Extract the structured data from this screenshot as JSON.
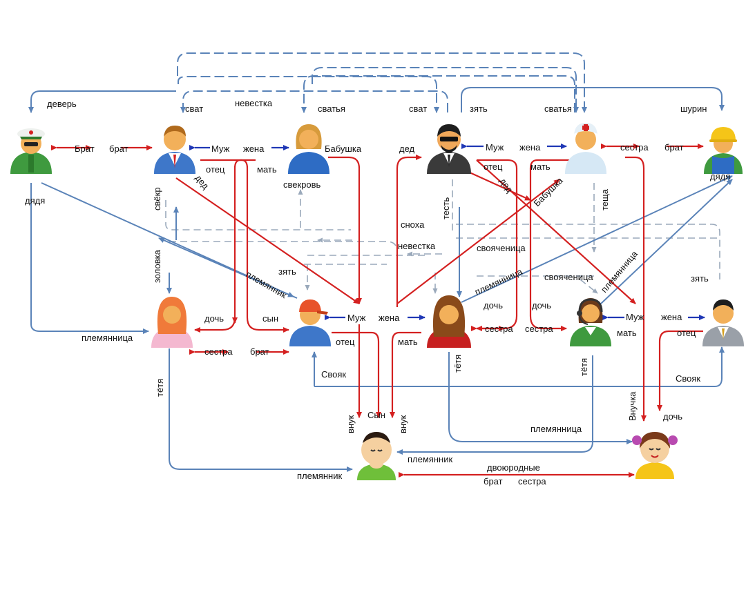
{
  "colors": {
    "red": "#d42020",
    "blue": "#5a83b8",
    "navy": "#1f37b5",
    "gray": "#9aa9bb"
  },
  "people": {
    "military_uncle": "military-person-icon",
    "groom_father": "man-blue-suit-icon",
    "groom_mother": "woman-blonde-icon",
    "bride_father": "man-dark-glasses-icon",
    "bride_mother": "nurse-woman-icon",
    "brother_in_law": "builder-boy-icon",
    "sister_in_law_red": "red-haired-woman-icon",
    "groom": "man-red-cap-icon",
    "bride": "woman-long-hair-icon",
    "bride_sister": "woman-headset-icon",
    "bride_sister_husband": "man-gray-suit-icon",
    "grandson": "boy-praying-icon",
    "granddaughter": "girl-pigtails-icon"
  },
  "labels": {
    "dever": "деверь",
    "svat_top_left": "сват",
    "nevestka_top": "невестка",
    "svatya_top_left": "сватья",
    "svat_top_right": "сват",
    "zyat_top": "зять",
    "svatya_top_right": "сватья",
    "shurin": "шурин",
    "brat_cap": "Брат",
    "brat_small": "брат",
    "muzh_1": "Муж",
    "zhena_1": "жена",
    "babushka_1": "Бабушка",
    "ded_1": "дед",
    "muzh_2": "Муж",
    "zhena_2": "жена",
    "sestra_1": "сестра",
    "brat_2": "брат",
    "otets_1": "отец",
    "mat_1": "мать",
    "ded_diag_1": "дед",
    "svekr": "свёкр",
    "svekrov": "свекровь",
    "dyadya_left": "дядя",
    "otets_2": "отец",
    "mat_2": "мать",
    "ded_diag_2": "дед",
    "babushka_diag": "Бабушка",
    "test": "тесть",
    "tescha": "теща",
    "dyadya_right": "дядя",
    "snokha": "сноха",
    "nevestka_mid": "невестка",
    "svoyachenitsa_1": "свояченица",
    "zolovka": "золовка",
    "zyat_mid": "зять",
    "plemyannik_diag": "племянник",
    "plemyannitsa_diag_1": "племянница",
    "svoyachenitsa_2": "свояченица",
    "plemyannitsa_diag_2": "племянница",
    "zyat_right": "зять",
    "doch_1": "дочь",
    "syn": "сын",
    "muzh_3": "Муж",
    "zhena_3": "жена",
    "doch_2": "дочь",
    "doch_3": "дочь",
    "muzh_4": "Муж",
    "zhena_4": "жена",
    "plemyannitsa_left": "племянница",
    "otets_3": "отец",
    "mat_3": "мать",
    "sestra_2": "сестра",
    "sestra_3": "сестра",
    "mat_4": "мать",
    "otets_4": "отец",
    "sestra_4": "сестра",
    "brat_3": "брат",
    "svoyak_1": "Свояк",
    "svoyak_2": "Свояк",
    "tetya_1": "тётя",
    "tetya_2": "тётя",
    "tetya_3": "тётя",
    "vnuk_1": "внук",
    "syn_cap": "Сын",
    "vnuk_2": "внук",
    "vnuchka": "Внучка",
    "doch_4": "дочь",
    "plemyannitsa_bottom": "племянница",
    "plemyannik_bottom": "племянник",
    "plemyannik_left": "племянник",
    "dvoyurodnye": "двоюродные",
    "brat_4": "брат",
    "sestra_5": "сестра"
  }
}
